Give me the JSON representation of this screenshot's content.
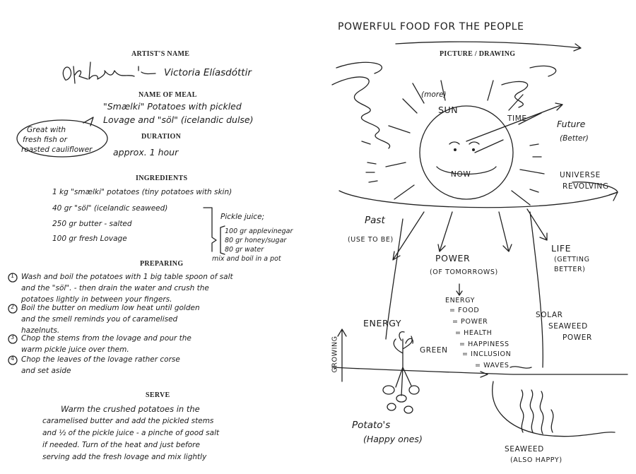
{
  "left": {
    "headings": {
      "artist": "ARTIST'S NAME",
      "meal": "NAME OF MEAL",
      "duration": "DURATION",
      "ingredients": "INGREDIENTS",
      "preparing": "PREPARING",
      "serve": "SERVE"
    },
    "artist_name": "Victoria Elíasdóttir",
    "meal_lines": [
      "\"Smælki\" Potatoes with pickled",
      "Lovage and \"söl\" (icelandic dulse)"
    ],
    "side_note": [
      "Great with",
      "fresh fish or",
      "roasted cauliflower"
    ],
    "duration_value": "approx. 1 hour",
    "ingredients": [
      "1 kg  \"smælki\" potatoes (tiny potatoes with skin)",
      "40 gr  \"söl\" (icelandic seaweed)",
      "250 gr butter - salted",
      "100 gr  fresh Lovage"
    ],
    "pickle": {
      "title": "Pickle juice;",
      "items": [
        "100 gr applevinegar",
        "80 gr honey/sugar",
        "80 gr water"
      ],
      "note": "mix and boil in a pot"
    },
    "steps": [
      {
        "num": "1",
        "lines": [
          "Wash and boil the potatoes with 1 big table spoon of salt",
          "and the \"söl\". - then drain the water and crush the",
          "potatoes lightly in between your fingers."
        ]
      },
      {
        "num": "2",
        "lines": [
          "Boil the butter on medium low heat until golden",
          "and the smell reminds you of caramelised",
          "hazelnuts."
        ]
      },
      {
        "num": "3",
        "lines": [
          "Chop the stems from the lovage and pour the",
          "warm pickle juice over them."
        ]
      },
      {
        "num": "4",
        "lines": [
          "Chop the leaves of the lovage rather corse",
          "and set aside"
        ]
      }
    ],
    "serve_lines": [
      "Warm the crushed potatoes in the",
      "caramelised butter and add the pickled stems",
      "and ½ of the pickle juice - a pinche of good salt",
      "if needed. Turn of the heat and just before",
      "serving add the fresh lovage and mix lightly"
    ]
  },
  "right": {
    "title": "POWERFUL FOOD FOR THE PEOPLE",
    "subheading": "PICTURE / DRAWING",
    "more": "(more)",
    "sun": "SUN",
    "now": "NOW",
    "time": "TIME",
    "future": [
      "Future",
      "(Better)"
    ],
    "universe": [
      "UNIVERSE",
      "REVOLVING"
    ],
    "past": [
      "Past",
      "(USE TO BE)"
    ],
    "power": [
      "POWER",
      "(OF TOMORROWS)"
    ],
    "life": [
      "LIFE",
      "(GETTING",
      "BETTER)"
    ],
    "energy_list": [
      "ENERGY",
      "= FOOD",
      "= POWER",
      "= HEALTH",
      "= HAPPINESS",
      "= INCLUSION",
      "= WAVES"
    ],
    "energy_big": "ENERGY",
    "solar": [
      "SOLAR",
      "SEAWEED",
      "POWER"
    ],
    "growing": "GROWING",
    "green": "GREEN",
    "potatoes": [
      "Potato's",
      "(Happy ones)"
    ],
    "seaweed": [
      "SEAWEED",
      "(ALSO HAPPY)"
    ]
  }
}
